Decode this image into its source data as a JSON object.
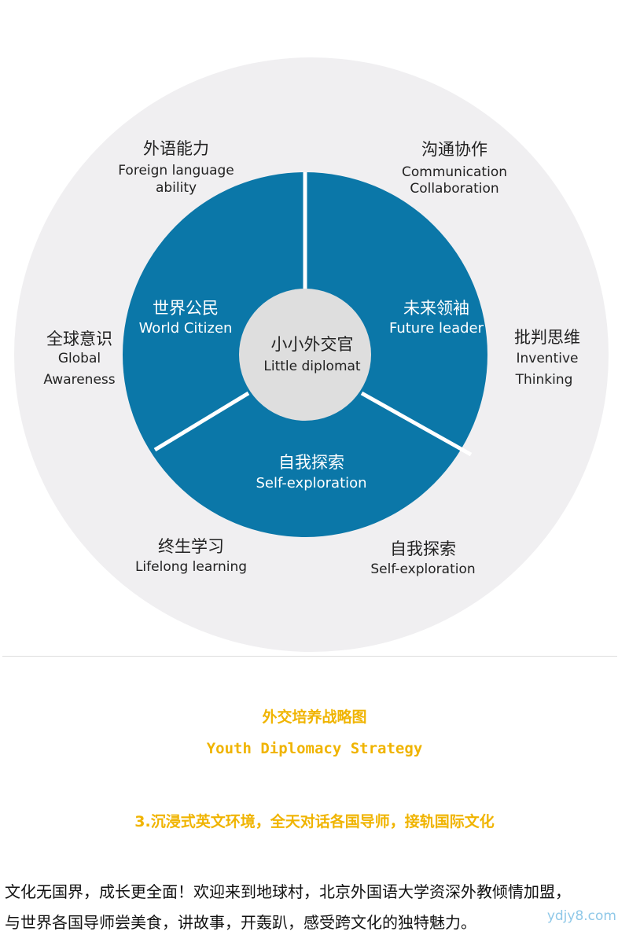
{
  "diagram": {
    "center": {
      "cn": "小小外交官",
      "en": "Little diplomat"
    },
    "inner_segments": [
      {
        "cn": "世界公民",
        "en": "World Citizen"
      },
      {
        "cn": "未来领袖",
        "en": "Future leader"
      },
      {
        "cn": "自我探索",
        "en": "Self-exploration"
      }
    ],
    "outer_labels": {
      "foreign_language": {
        "cn": "外语能力",
        "en1": "Foreign language",
        "en2": "ability"
      },
      "communication": {
        "cn": "沟通协作",
        "en1": "Communication",
        "en2": "Collaboration"
      },
      "global": {
        "cn": "全球意识",
        "en1": "Global",
        "en2": "Awareness"
      },
      "inventive": {
        "cn": "批判思维",
        "en1": "Inventive",
        "en2": "Thinking"
      },
      "lifelong": {
        "cn": "终生学习",
        "en1": "Lifelong learning"
      },
      "self_exploration": {
        "cn": "自我探索",
        "en1": "Self-exploration"
      }
    },
    "colors": {
      "outer_ring": "#f0eff1",
      "inner_ring": "#0b77a8",
      "center": "#dedede",
      "divider": "#ffffff"
    }
  },
  "caption": {
    "cn": "外交培养战略图",
    "en": "Youth Diplomacy Strategy"
  },
  "section": {
    "heading": "3.沉浸式英文环境，全天对话各国导师，接轨国际文化",
    "paragraph_line1": "文化无国界，成长更全面！欢迎来到地球村，北京外国语大学资深外教倾情加盟，",
    "paragraph_line2": "与世界各国导师尝美食，讲故事，开轰趴，感受跨文化的独特魅力。"
  },
  "watermark": "ydjy8.com",
  "accent_color": "#f0b400"
}
